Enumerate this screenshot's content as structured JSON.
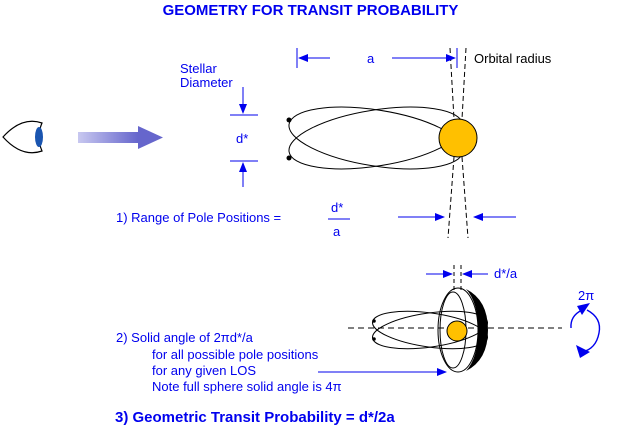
{
  "title": "GEOMETRY FOR TRANSIT PROBABILITY",
  "labels": {
    "a": "a",
    "orbital_radius": "Orbital radius",
    "stellar_line1": "Stellar",
    "stellar_line2": "Diameter",
    "dstar": "d*",
    "range_text": "1)  Range of Pole Positions =",
    "frac_num": "d*",
    "frac_den": "a",
    "dstar_over_a": "d*/a",
    "two_pi": "2π",
    "solid_1": "2)  Solid angle of 2πd*/a",
    "solid_2": "for all possible pole positions",
    "solid_3": "for any given LOS",
    "solid_4": "Note full sphere solid angle  is 4π"
  },
  "conclusion": "3) Geometric Transit Probability = d*/2a",
  "colors": {
    "text": "#0000ee",
    "star": "#ffc000",
    "lines": "#000000",
    "eye": "#1a55b0",
    "arrow": "#8a8ad8"
  },
  "icons": {
    "observer": "eye-icon",
    "rotation": "rotation-arrow-icon"
  }
}
